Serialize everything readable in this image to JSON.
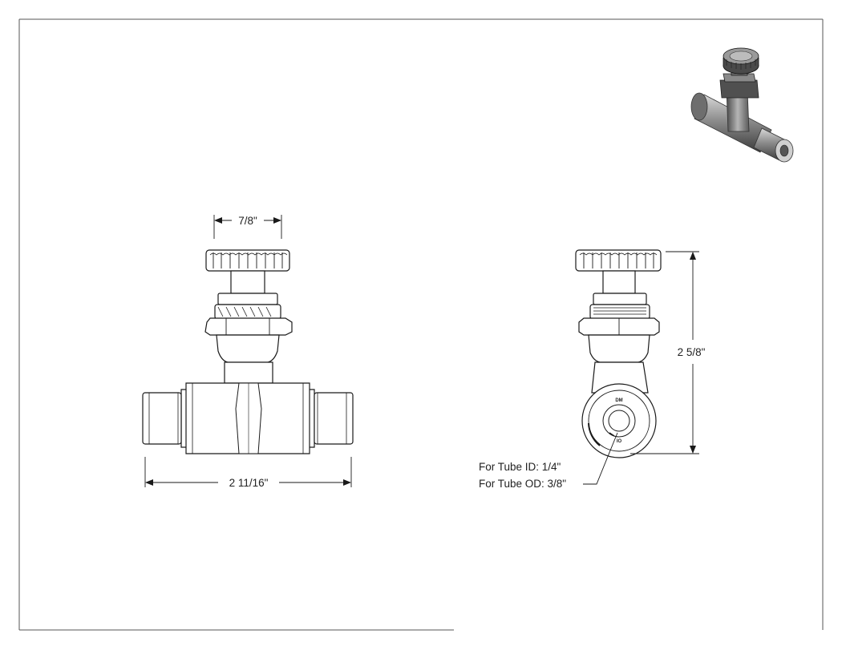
{
  "dimensions": {
    "handle_width": "7/8\"",
    "overall_length": "2 11/16\"",
    "overall_height": "2 5/8\""
  },
  "callout": {
    "line1": "For Tube ID: 1/4\"",
    "line2": "For Tube OD: 3/8\""
  },
  "port_marks": {
    "top": "DM",
    "bottom": "IO"
  },
  "colors": {
    "line": "#1a1a1a",
    "body_fill": "#ffffff",
    "frame": "#555555",
    "render_dark": "#3a3a3a",
    "render_mid": "#8a8a8a",
    "render_light": "#c8c8c8"
  }
}
